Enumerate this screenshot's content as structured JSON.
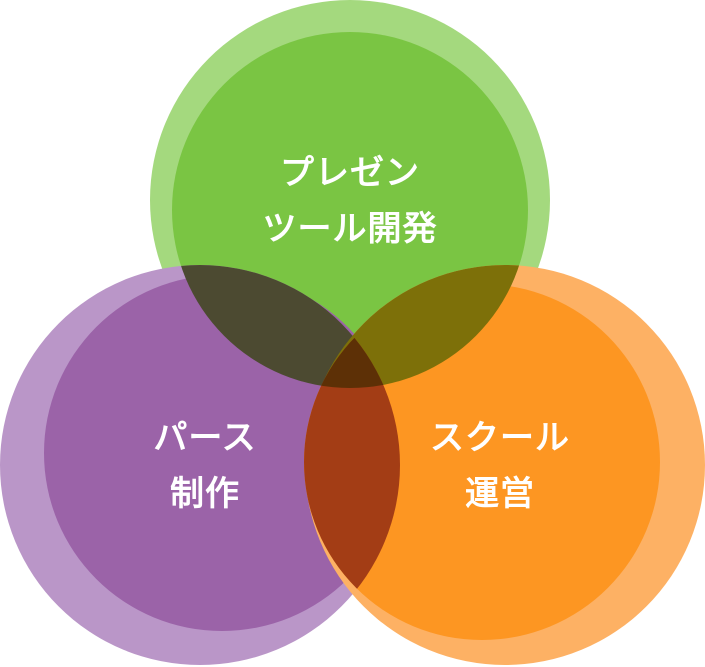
{
  "colors": {
    "green_halo": "#a4d97e",
    "green_core": "#7ac543",
    "purple_halo": "#ba96c8",
    "purple_core": "#9b63a8",
    "orange_halo": "#fdb164",
    "orange_core": "#fd9622",
    "overlap_green_purple": "#4c4a31",
    "overlap_green_orange": "#7d7009",
    "overlap_purple_orange": "#a33d15",
    "overlap_center": "#5d3006",
    "label_text": "#ffffff"
  },
  "circles": {
    "top": {
      "line1": "プレゼン",
      "line2": "ツール開発"
    },
    "left": {
      "line1": "パース",
      "line2": "制作"
    },
    "right": {
      "line1": "スクール",
      "line2": "運営"
    }
  }
}
